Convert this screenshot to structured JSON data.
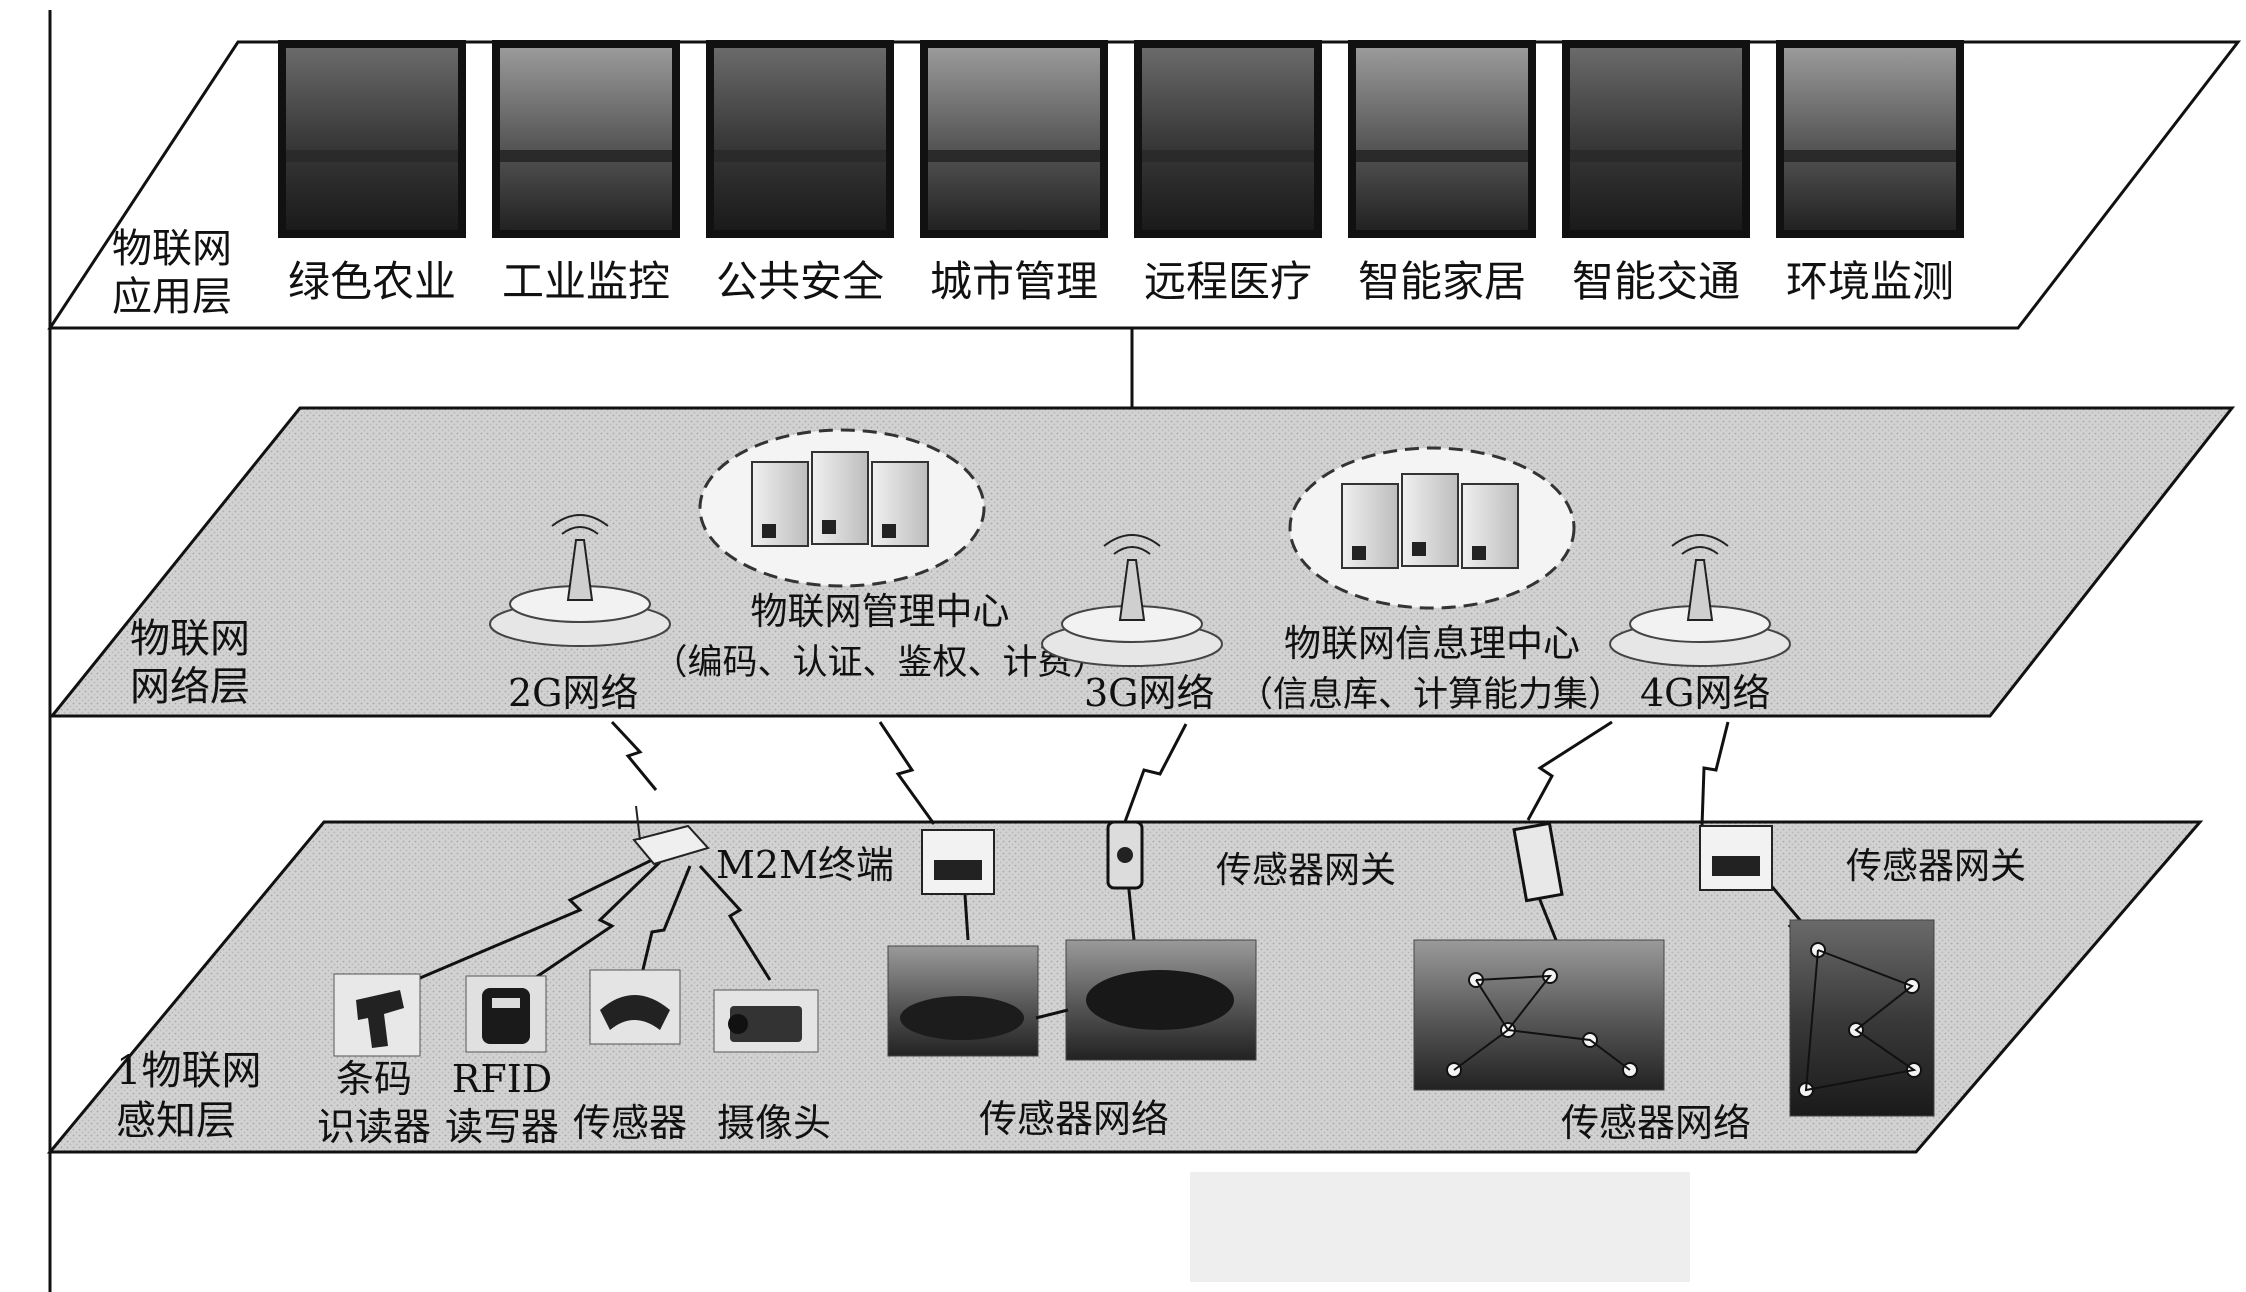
{
  "application_layer": {
    "layer_label": [
      "物联网",
      "应用层"
    ],
    "apps": [
      {
        "label": "绿色农业"
      },
      {
        "label": "工业监控"
      },
      {
        "label": "公共安全"
      },
      {
        "label": "城市管理"
      },
      {
        "label": "远程医疗"
      },
      {
        "label": "智能家居"
      },
      {
        "label": "智能交通"
      },
      {
        "label": "环境监测"
      }
    ]
  },
  "network_layer": {
    "layer_label": [
      "物联网",
      "网络层"
    ],
    "management_center": {
      "title": "物联网管理中心",
      "detail": "（编码、认证、鉴权、计费）"
    },
    "information_center": {
      "title": "物联网信息理中心",
      "detail": "（信息库、计算能力集）"
    },
    "networks": [
      {
        "label": "2G网络"
      },
      {
        "label": "3G网络"
      },
      {
        "label": "4G网络"
      }
    ]
  },
  "perception_layer": {
    "layer_label": [
      "1物联网",
      "感知层"
    ],
    "m2m_terminal": "M2M终端",
    "gateway_1": "传感器网关",
    "gateway_2": "传感器网关",
    "devices": [
      {
        "label_lines": [
          "条码",
          "识读器"
        ]
      },
      {
        "label_lines": [
          "RFID",
          "读写器"
        ]
      },
      {
        "label_lines": [
          "传感器"
        ]
      },
      {
        "label_lines": [
          "摄像头"
        ]
      }
    ],
    "sensor_network_1": "传感器网络",
    "sensor_network_2": "传感器网络"
  }
}
